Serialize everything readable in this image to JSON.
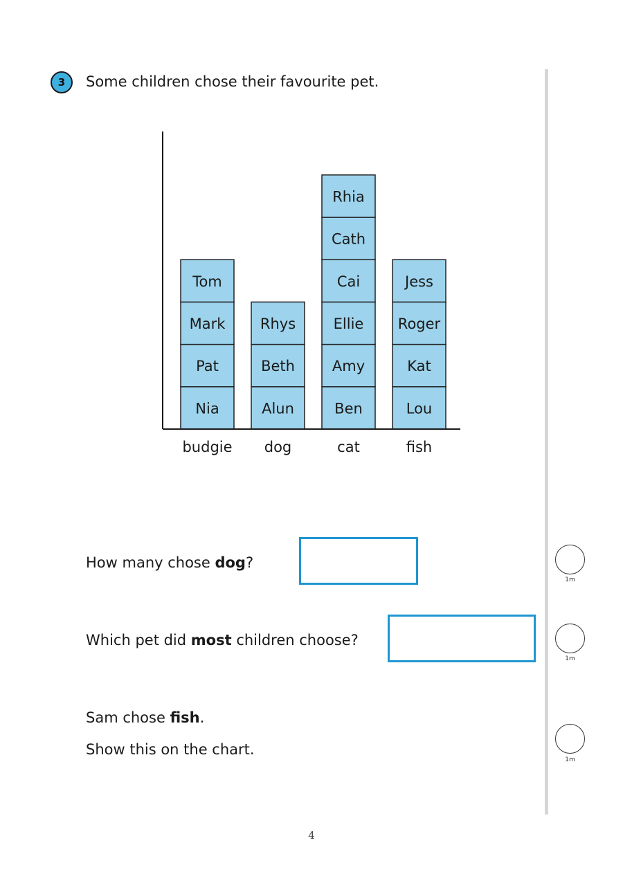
{
  "question": {
    "number": "3",
    "intro": "Some children chose their favourite pet."
  },
  "chart_data": {
    "type": "bar",
    "categories": [
      "budgie",
      "dog",
      "cat",
      "fish"
    ],
    "values": [
      4,
      3,
      6,
      4
    ],
    "stacks": [
      [
        "Nia",
        "Pat",
        "Mark",
        "Tom"
      ],
      [
        "Alun",
        "Beth",
        "Rhys"
      ],
      [
        "Ben",
        "Amy",
        "Ellie",
        "Cai",
        "Cath",
        "Rhia"
      ],
      [
        "Lou",
        "Kat",
        "Roger",
        "Jess"
      ]
    ],
    "title": "",
    "xlabel": "",
    "ylabel": "",
    "ylim": [
      0,
      7
    ],
    "grid": false,
    "block_color": "#9dd3ec",
    "block_border": "#222222"
  },
  "parts": [
    {
      "pre": "How many chose ",
      "bold": "dog",
      "post": "?"
    },
    {
      "pre": "Which pet did ",
      "bold": "most",
      "post": " children choose?"
    },
    {
      "pre": "Sam chose ",
      "bold": "fish",
      "post": "."
    }
  ],
  "show_on_chart": "Show this on the chart.",
  "marks": [
    "1m",
    "1m",
    "1m"
  ],
  "page_number": "4",
  "colors": {
    "answer_box": "#1f96d0",
    "question_badge": "#3eb0e0"
  }
}
